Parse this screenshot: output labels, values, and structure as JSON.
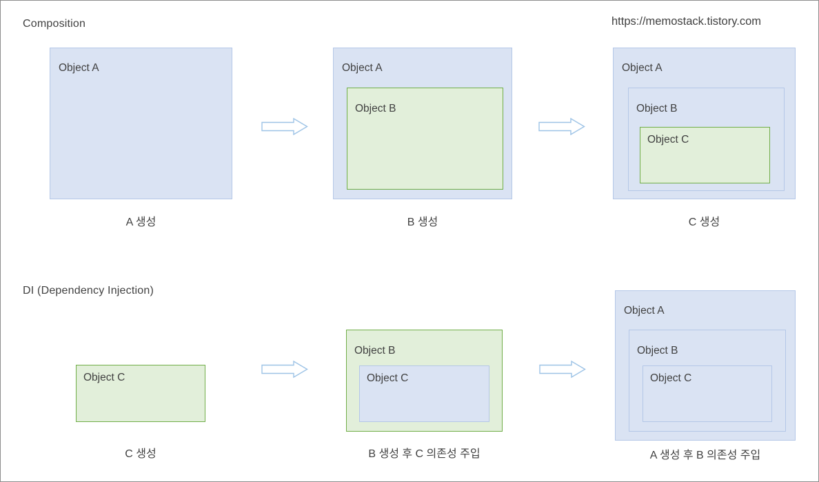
{
  "header": {
    "section1_title": "Composition",
    "url": "https://memostack.tistory.com",
    "section2_title": "DI (Dependency Injection)"
  },
  "labels": {
    "object_a": "Object A",
    "object_b": "Object B",
    "object_c": "Object C"
  },
  "composition": {
    "captions": [
      "A 생성",
      "B 생성",
      "C 생성"
    ]
  },
  "di": {
    "captions": [
      "C 생성",
      "B 생성 후 C 의존성 주입",
      "A 생성 후 B 의존성 주입"
    ]
  },
  "icons": {
    "arrow": "right-block-arrow"
  },
  "colors": {
    "blue_fill": "#dae3f3",
    "blue_border": "#b4c7e7",
    "green_fill": "#e2efda",
    "green_border": "#70ad47",
    "arrow_stroke": "#9dc3e6",
    "text": "#404040",
    "page_border": "#8c8c8c"
  }
}
